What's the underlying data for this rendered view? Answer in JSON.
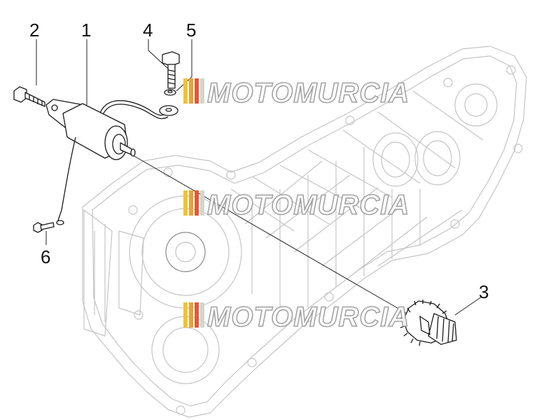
{
  "diagram": {
    "callouts": [
      {
        "id": "1",
        "label": "1"
      },
      {
        "id": "2",
        "label": "2"
      },
      {
        "id": "3",
        "label": "3"
      },
      {
        "id": "4",
        "label": "4"
      },
      {
        "id": "5",
        "label": "5"
      },
      {
        "id": "6",
        "label": "6"
      }
    ],
    "watermark": {
      "text": "MOTOMURCIA",
      "stripe_colors": [
        "#f2c230",
        "#e9a23b",
        "#e05a3a",
        "#cfd8cf"
      ]
    },
    "colors": {
      "housing_line": "#c4c4c4",
      "part_line": "#1a1a1a"
    }
  }
}
